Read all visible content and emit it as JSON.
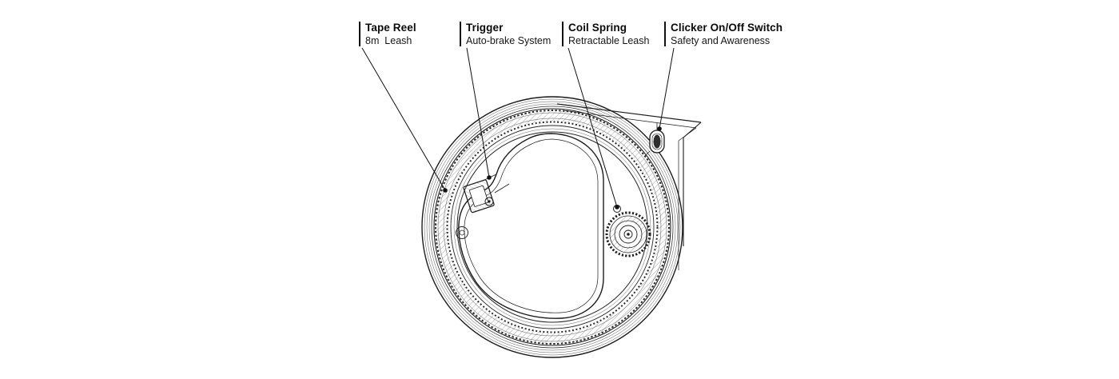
{
  "colors": {
    "line": "#1f1f1f",
    "fine_line": "#4a4a4a",
    "background": "#ffffff"
  },
  "diagram": {
    "callouts": [
      {
        "title": "Tape Reel",
        "subtitle": "8m  Leash"
      },
      {
        "title": "Trigger",
        "subtitle": "Auto-brake System"
      },
      {
        "title": "Coil Spring",
        "subtitle": "Retractable Leash"
      },
      {
        "title": "Clicker On/Off Switch",
        "subtitle": "Safety and Awareness"
      }
    ]
  }
}
